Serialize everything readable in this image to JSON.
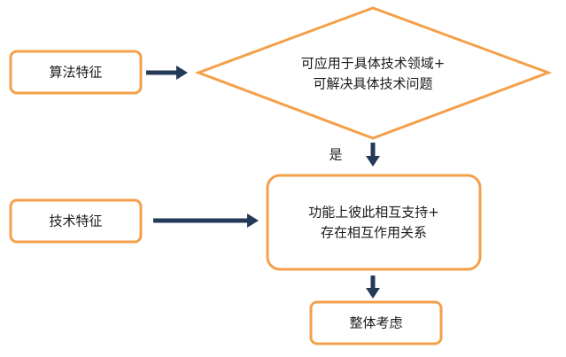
{
  "diagram": {
    "colors": {
      "box_border": "#F4A04A",
      "box_fill": "#FFFFFF",
      "arrow": "#243A59",
      "text": "#1A1A1A"
    },
    "nodes": {
      "algorithm_feature": "算法特征",
      "technical_feature": "技术特征",
      "condition_line1": "可应用于具体技术领域+",
      "condition_line2": "可解决具体技术问题",
      "support_line1": "功能上彼此相互支持+",
      "support_line2": "存在相互作用关系",
      "overall": "整体考虑"
    },
    "labels": {
      "yes": "是"
    }
  }
}
